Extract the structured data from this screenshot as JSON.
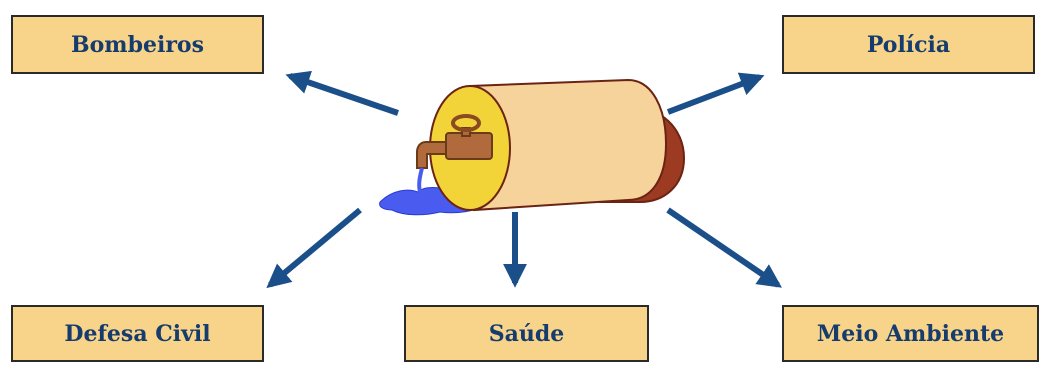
{
  "nodes": {
    "bombeiros": "Bombeiros",
    "policia": "Polícia",
    "defesa_civil": "Defesa Civil",
    "saude": "Saúde",
    "meio_ambiente": "Meio Ambiente"
  },
  "colors": {
    "box_fill": "#f8d48a",
    "box_text": "#163c6e",
    "arrow": "#1b4f8a",
    "tank_body": "#f5d39a",
    "tank_end": "#9c3a22",
    "tank_cap": "#f2d338",
    "faucet": "#b06a3c",
    "water": "#4a5cf0"
  },
  "icons": [
    "leaking-tank-icon",
    "faucet-icon",
    "water-spill-icon",
    "arrow-icon"
  ]
}
